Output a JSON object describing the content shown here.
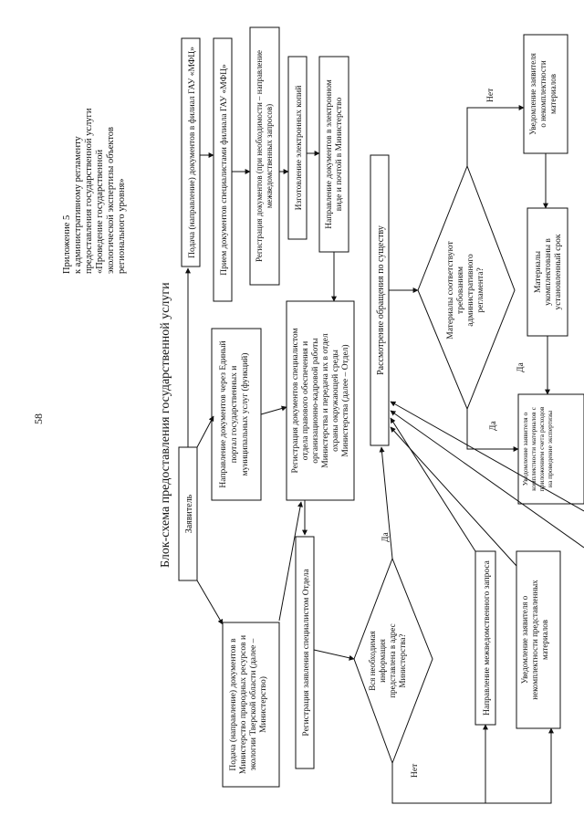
{
  "page_number": "58",
  "appendix": {
    "line1": "Приложение 5",
    "line2": "к административному регламенту",
    "line3": "предоставления государственной услуги",
    "line4": "«Проведение государственной",
    "line5": "экологической экспертизы объектов",
    "line6": "регионального уровня»"
  },
  "title": "Блок-схема предоставления государственной услуги",
  "boxes": {
    "applicant": "Заявитель",
    "submit_ministry": [
      "Подача (направление) документов в",
      "Министерство природных ресурсов и",
      "экологии Тверской области (далее –",
      "Министерство)"
    ],
    "submit_portal": [
      "Направление документов через Единый",
      "портал государственных и",
      "муниципальных услуг (функций)"
    ],
    "mfc_submit": "Подача (направление) документов в филиал ГАУ «МФЦ»",
    "mfc_receive": "Прием документов специалистами филиала ГАУ «МФЦ»",
    "mfc_register": [
      "Регистрация документов (при необходимости – направление",
      "межведомственных запросов)"
    ],
    "copies": "Изготовление электронных копий",
    "send_ministry": [
      "Направление документов в электронном",
      "виде и почтой в Министерство"
    ],
    "registration": [
      "Регистрация документов специалистом",
      "отдела правового обеспечения и",
      "организационно-кадровой работы",
      "Министерства и передача их в отдел",
      "охраны окружающей среды",
      "Министерства (далее – Отдел)"
    ],
    "dept_registration": "Регистрация заявления специалистом Отдела",
    "review": "Рассмотрение обращения по существу",
    "interdept_request": "Направление межведомственного запроса",
    "notify_incomplete": [
      "Уведомление заявителя о",
      "некомплектности представленных",
      "материалов"
    ],
    "notify_incomplete2": [
      "Уведомление заявителя",
      "о некомплектности",
      "материалов"
    ],
    "complete_in_time": [
      "Материалы",
      "укомплектованы в",
      "установленный срок"
    ],
    "notify_accepted": [
      "Уведомление заявителя о",
      "комплектности материалов с",
      "приложением счета расходов",
      "на проведение экспертизы"
    ]
  },
  "decisions": {
    "all_info": [
      "Вся необходимая",
      "информация",
      "представлена в адрес",
      "Министерства?"
    ],
    "meets_requirements": [
      "Материалы соответствуют",
      "требованиям",
      "административного",
      "регламента?"
    ]
  },
  "labels": {
    "yes1": "Да",
    "no1": "Нет",
    "yes2": "Да",
    "no2": "Нет",
    "yes3": "Да"
  }
}
